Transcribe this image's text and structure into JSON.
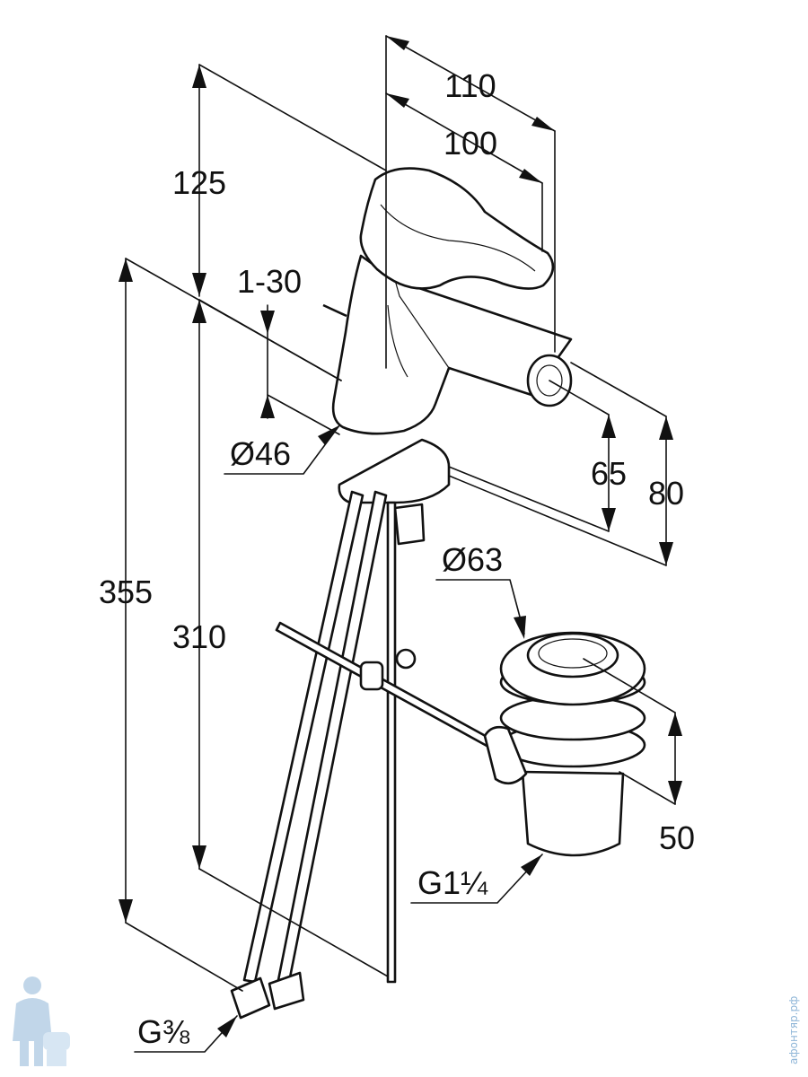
{
  "dimensions": {
    "d110": "110",
    "d100": "100",
    "d125": "125",
    "d1_30": "1-30",
    "d_dia46": "Ø46",
    "d65": "65",
    "d80": "80",
    "d355": "355",
    "d310": "310",
    "d_dia63": "Ø63",
    "d50": "50",
    "thread_drain": "G1¼",
    "thread_hose": "G⅜"
  },
  "watermark": {
    "site": "афонтяр.рф"
  },
  "colors": {
    "line": "#111111",
    "watermark": "#8fb6d8"
  }
}
